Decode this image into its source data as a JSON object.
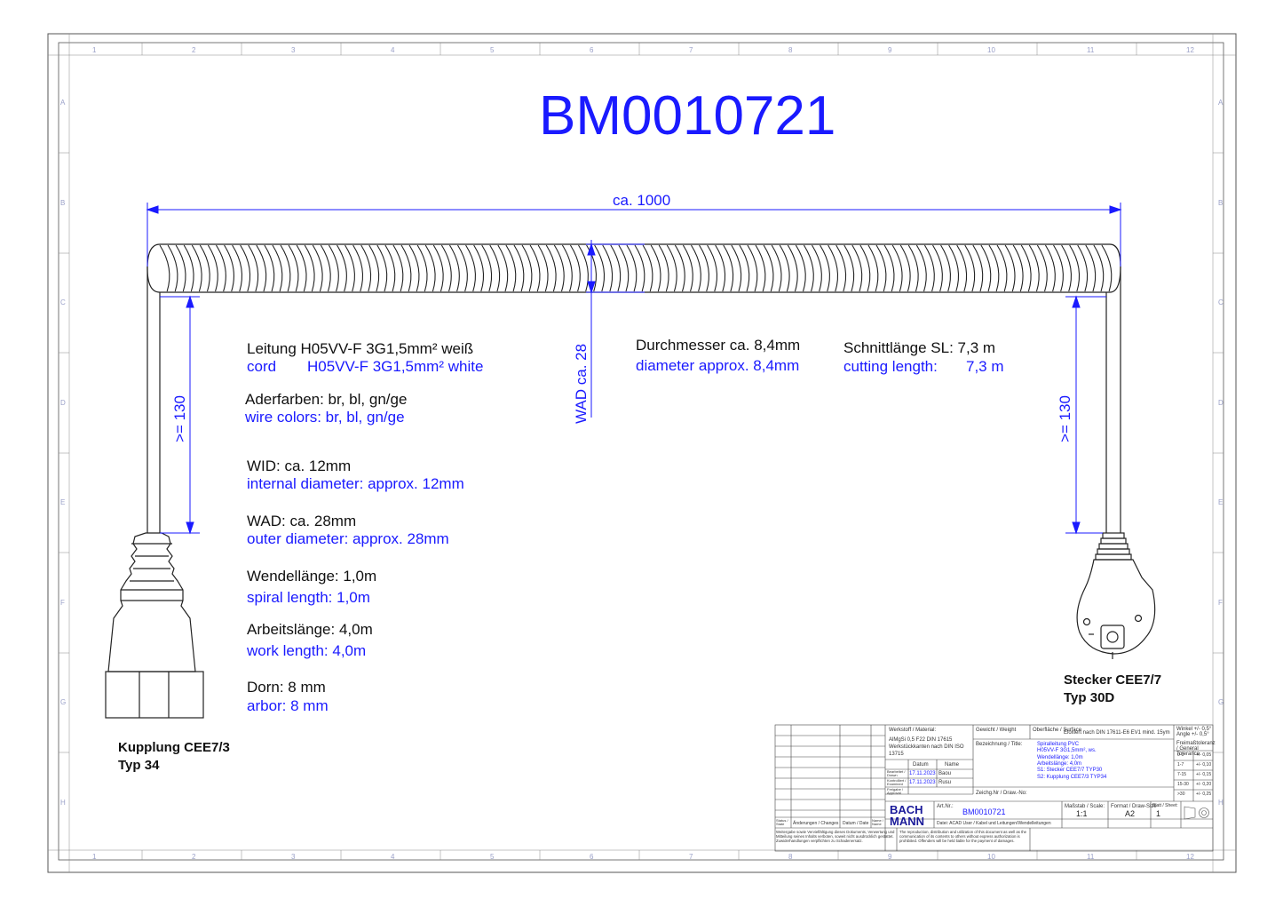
{
  "title": "BM0010721",
  "dimensions": {
    "length": "ca. 1000",
    "left_straight": ">= 130",
    "right_straight": ">= 130",
    "wad": "WAD ca. 28"
  },
  "specs": {
    "cord_de": "Leitung H05VV-F 3G1,5mm² weiß",
    "cord_en_key": "cord",
    "cord_en_value": "H05VV-F 3G1,5mm² white",
    "colors_de": "Aderfarben:  br, bl, gn/ge",
    "colors_en": "wire colors:  br, bl, gn/ge",
    "wid_de": "WID: ca. 12mm",
    "wid_en": "internal diameter: approx. 12mm",
    "wad_de": "WAD: ca. 28mm",
    "wad_en": "outer diameter: approx. 28mm",
    "spiral_de": "Wendellänge:  1,0m",
    "spiral_en": "spiral length:   1,0m",
    "work_de": "Arbeitslänge: 4,0m",
    "work_en": "work length:  4,0m",
    "arbor_de": "Dorn:  8 mm",
    "arbor_en": "arbor: 8 mm",
    "diameter_de": "Durchmesser ca. 8,4mm",
    "diameter_en": "diameter approx. 8,4mm",
    "cut_de": "Schnittlänge SL: 7,3 m",
    "cut_en_key": "cutting length:",
    "cut_en_value": "7,3 m"
  },
  "labels": {
    "coupler_line1": "Kupplung CEE7/3",
    "coupler_line2": "Typ 34",
    "plug_line1": "Stecker CEE7/7",
    "plug_line2": "Typ 30D"
  },
  "grid": {
    "columns": [
      "1",
      "2",
      "3",
      "4",
      "5",
      "6",
      "7",
      "8",
      "9",
      "10",
      "11",
      "12"
    ],
    "rows": [
      "A",
      "B",
      "C",
      "D",
      "E",
      "F",
      "G",
      "H"
    ]
  },
  "titleblock": {
    "werkstoff_label": "Werkstoff / Material:",
    "werkstoff_value1": "AlMgSi 0,5 F22 DIN 17615",
    "werkstoff_value2": "Werkstückkanten nach DIN ISO",
    "werkstoff_value3": "13715",
    "gewicht_label": "Gewicht / Weight",
    "oberflaeche_label": "Oberfläche / Surface",
    "oberflaeche_value": "Eloxiert nach DIN 17611-E6 EV1 mind. 15ym",
    "winkel_label": "Winkel +/- 0,5° Angle +/- 0,5°",
    "bezeichnung_label": "Bezeichnung / Title:",
    "bez_lines": [
      "Spiralleitung PVC",
      "H05VV-F 3G1,5mm², ws.",
      "Wendellänge: 1,0m",
      "Arbeitslänge: 4,0m",
      "S1: Stecker CEE7/7 TYP30",
      "S2: Kupplung CEE7/3 TYP34"
    ],
    "freimass_label": "Freimaßtoleranz / General Tolerance",
    "tol_ranges": [
      "0-1",
      "1-7",
      "7-15",
      "15-30",
      ">30"
    ],
    "tol_values": [
      "+/- 0,05",
      "+/- 0,10",
      "+/- 0,15",
      "+/- 0,20",
      "+/- 0,25"
    ],
    "datum_header": "Datum",
    "name_header": "Name",
    "row1_label": "Bearbeitet / Drawn",
    "row1_date": "17.11.2023",
    "row1_name": "Baou",
    "row2_label": "Kontrolliert / Examined",
    "row2_date": "17.11.2023",
    "row2_name": "Rusu",
    "row3_label": "Freigabe / Approval",
    "zeichnr_label": "Zeichg.Nr / Draw.-No:",
    "logo_line1": "BACH",
    "logo_line2": "MANN",
    "artnr_label": "Art.Nr.:",
    "artnr_value": "BM0010721",
    "scale_label": "Maßstab / Scale:",
    "scale_value": "1:1",
    "format_label": "Format / Draw-Size",
    "format_value": "A2",
    "blatt_label": "Blatt / Sheet:",
    "blatt_value": "1",
    "status_header": "Status / State",
    "changes_header": "Änderungen / Changes",
    "date_header": "Datum / Date",
    "namecol_header": "Name / Name",
    "datei_label": "Datei: ACAD User / Kabel und Leitungen/Wendelleitungen",
    "legal_de": "Weitergabe sowie Vervielfältigung dieses Dokuments, Verwertung und Mitteilung seines Inhalts verboten, soweit nicht ausdrücklich gestattet. Zuwiderhandlungen verpflichten zu Schadenersatz.",
    "legal_en": "The reproduction, distribution and utilization of this document as well as the communication of its contents to others without express authorization is prohibited. Offenders will be held liable for the payment of damages."
  }
}
